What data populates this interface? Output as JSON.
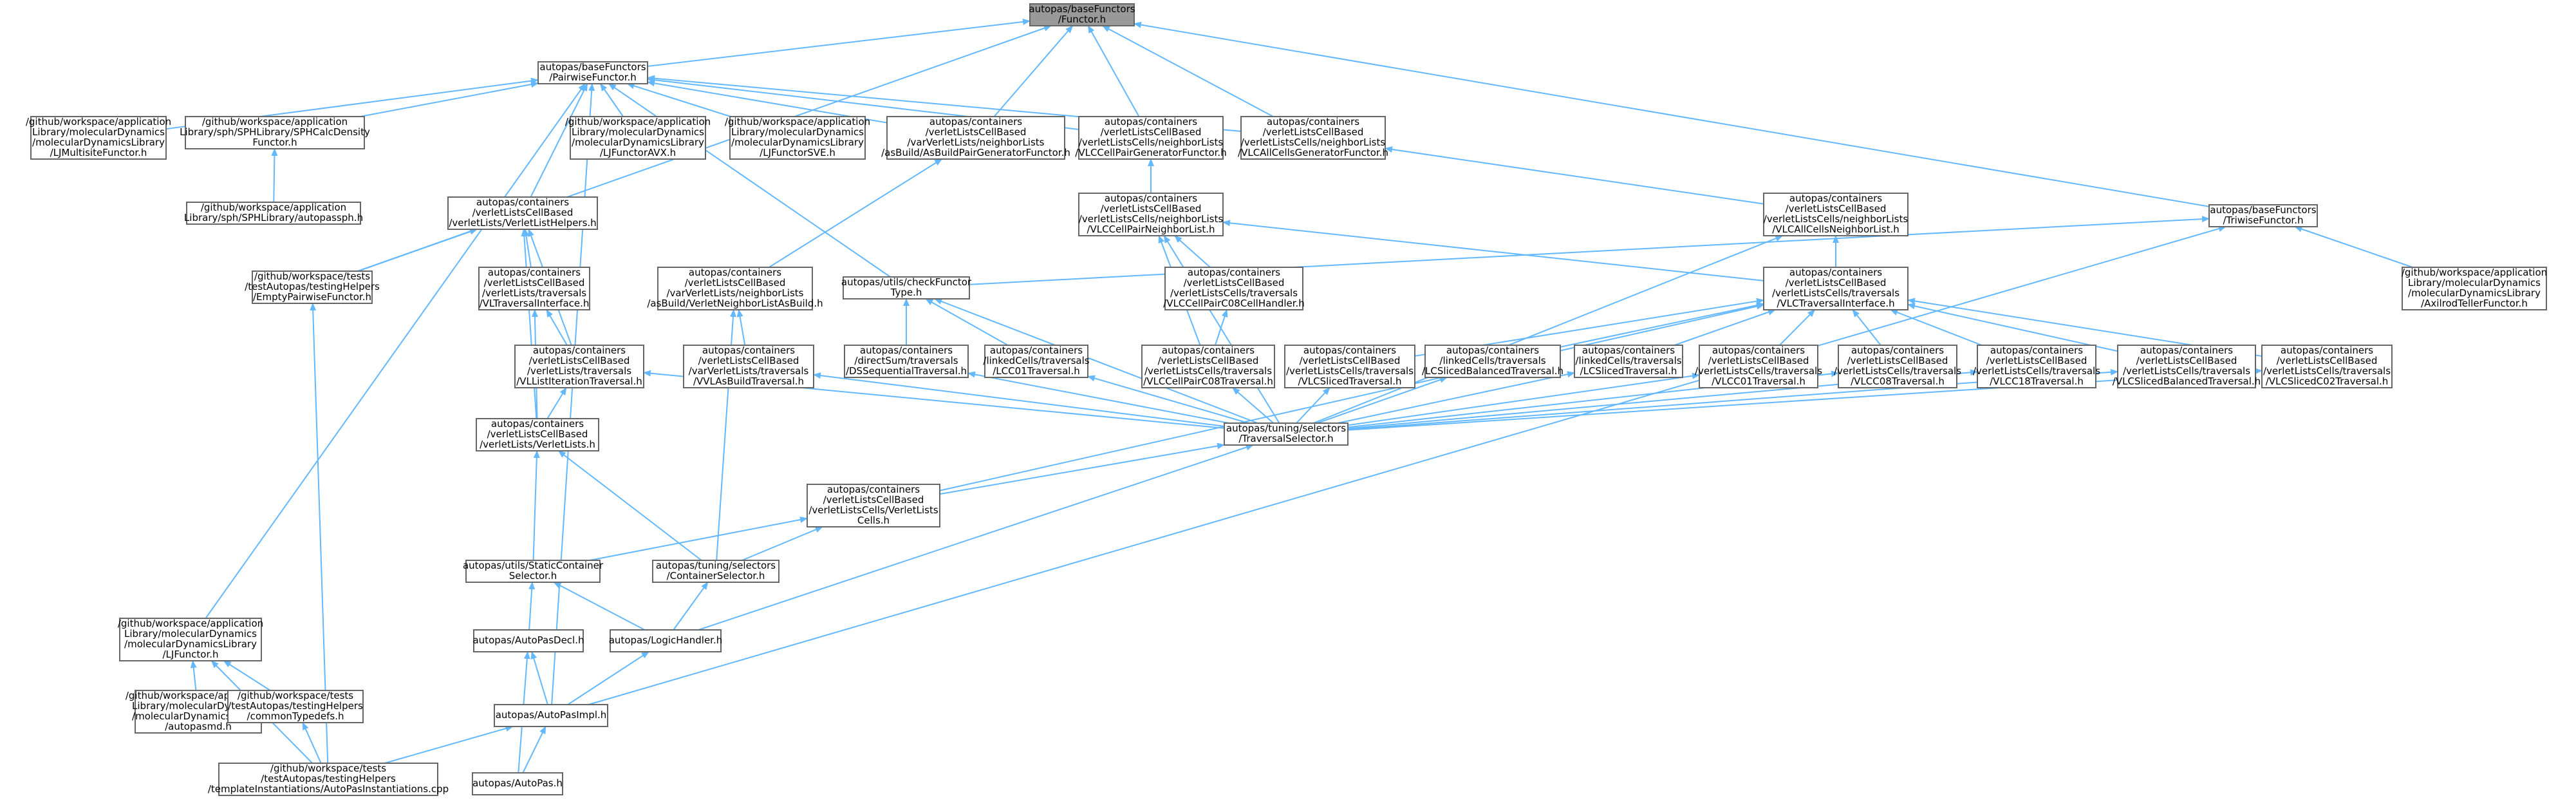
{
  "graph": {
    "type": "include-dependency-graph",
    "root": "n0",
    "nodes": [
      {
        "id": "n0",
        "lines": [
          "autopas/baseFunctors",
          "/Functor.h"
        ],
        "root": true
      },
      {
        "id": "n1",
        "lines": [
          "autopas/baseFunctors",
          "/PairwiseFunctor.h"
        ]
      },
      {
        "id": "n2",
        "lines": [
          "/github/workspace/application",
          "Library/molecularDynamics",
          "/molecularDynamicsLibrary",
          "/LJMultisiteFunctor.h"
        ]
      },
      {
        "id": "n3",
        "lines": [
          "/github/workspace/application",
          "Library/sph/SPHLibrary/SPHCalcDensity",
          "Functor.h"
        ]
      },
      {
        "id": "n4",
        "lines": [
          "/github/workspace/application",
          "Library/sph/SPHLibrary/autopassph.h"
        ]
      },
      {
        "id": "n5",
        "lines": [
          "/github/workspace/application",
          "Library/molecularDynamics",
          "/molecularDynamicsLibrary",
          "/LJFunctorAVX.h"
        ]
      },
      {
        "id": "n6",
        "lines": [
          "/github/workspace/application",
          "Library/molecularDynamics",
          "/molecularDynamicsLibrary",
          "/LJFunctorSVE.h"
        ]
      },
      {
        "id": "n7",
        "lines": [
          "autopas/containers",
          "/verletListsCellBased",
          "/varVerletLists/neighborLists",
          "/asBuild/AsBuildPairGeneratorFunctor.h"
        ]
      },
      {
        "id": "n8",
        "lines": [
          "autopas/containers",
          "/verletListsCellBased",
          "/verletListsCells/neighborLists",
          "/VLCCellPairGeneratorFunctor.h"
        ]
      },
      {
        "id": "n9",
        "lines": [
          "autopas/containers",
          "/verletListsCellBased",
          "/verletListsCells/neighborLists",
          "/VLCAllCellsGeneratorFunctor.h"
        ]
      },
      {
        "id": "n10",
        "lines": [
          "autopas/containers",
          "/verletListsCellBased",
          "/verletLists/VerletListHelpers.h"
        ]
      },
      {
        "id": "n11",
        "lines": [
          "autopas/containers",
          "/verletListsCellBased",
          "/verletListsCells/neighborLists",
          "/VLCCellPairNeighborList.h"
        ]
      },
      {
        "id": "n12",
        "lines": [
          "autopas/containers",
          "/verletListsCellBased",
          "/verletListsCells/neighborLists",
          "/VLCAllCellsNeighborList.h"
        ]
      },
      {
        "id": "n13",
        "lines": [
          "autopas/baseFunctors",
          "/TriwiseFunctor.h"
        ]
      },
      {
        "id": "n14",
        "lines": [
          "/github/workspace/tests",
          "/testAutopas/testingHelpers",
          "/EmptyPairwiseFunctor.h"
        ]
      },
      {
        "id": "n15",
        "lines": [
          "autopas/containers",
          "/verletListsCellBased",
          "/verletLists/traversals",
          "/VLTraversalInterface.h"
        ]
      },
      {
        "id": "n16",
        "lines": [
          "autopas/containers",
          "/verletListsCellBased",
          "/varVerletLists/neighborLists",
          "/asBuild/VerletNeighborListAsBuild.h"
        ]
      },
      {
        "id": "n17",
        "lines": [
          "autopas/utils/checkFunctor",
          "Type.h"
        ]
      },
      {
        "id": "n18",
        "lines": [
          "autopas/containers",
          "/verletListsCellBased",
          "/verletListsCells/traversals",
          "/VLCCellPairC08CellHandler.h"
        ]
      },
      {
        "id": "n19",
        "lines": [
          "autopas/containers",
          "/verletListsCellBased",
          "/verletListsCells/traversals",
          "/VLCTraversalInterface.h"
        ]
      },
      {
        "id": "n20",
        "lines": [
          "/github/workspace/application",
          "Library/molecularDynamics",
          "/molecularDynamicsLibrary",
          "/AxilrodTellerFunctor.h"
        ]
      },
      {
        "id": "n21",
        "lines": [
          "autopas/containers",
          "/verletListsCellBased",
          "/verletLists/traversals",
          "/VLListIterationTraversal.h"
        ]
      },
      {
        "id": "n22",
        "lines": [
          "autopas/containers",
          "/verletListsCellBased",
          "/varVerletLists/traversals",
          "/VVLAsBuildTraversal.h"
        ]
      },
      {
        "id": "n23",
        "lines": [
          "autopas/containers",
          "/directSum/traversals",
          "/DSSequentialTraversal.h"
        ]
      },
      {
        "id": "n24",
        "lines": [
          "autopas/containers",
          "/linkedCells/traversals",
          "/LCC01Traversal.h"
        ]
      },
      {
        "id": "n25",
        "lines": [
          "autopas/containers",
          "/verletListsCellBased",
          "/verletListsCells/traversals",
          "/VLCCellPairC08Traversal.h"
        ]
      },
      {
        "id": "n26",
        "lines": [
          "autopas/containers",
          "/verletListsCellBased",
          "/verletListsCells/traversals",
          "/VLCSlicedTraversal.h"
        ]
      },
      {
        "id": "n27",
        "lines": [
          "autopas/containers",
          "/linkedCells/traversals",
          "/LCSlicedBalancedTraversal.h"
        ]
      },
      {
        "id": "n28",
        "lines": [
          "autopas/containers",
          "/linkedCells/traversals",
          "/LCSlicedTraversal.h"
        ]
      },
      {
        "id": "n29",
        "lines": [
          "autopas/containers",
          "/verletListsCellBased",
          "/verletListsCells/traversals",
          "/VLCC01Traversal.h"
        ]
      },
      {
        "id": "n30",
        "lines": [
          "autopas/containers",
          "/verletListsCellBased",
          "/verletListsCells/traversals",
          "/VLCC08Traversal.h"
        ]
      },
      {
        "id": "n31",
        "lines": [
          "autopas/containers",
          "/verletListsCellBased",
          "/verletListsCells/traversals",
          "/VLCC18Traversal.h"
        ]
      },
      {
        "id": "n32",
        "lines": [
          "autopas/containers",
          "/verletListsCellBased",
          "/verletListsCells/traversals",
          "/VLCSlicedBalancedTraversal.h"
        ]
      },
      {
        "id": "n33",
        "lines": [
          "autopas/containers",
          "/verletListsCellBased",
          "/verletListsCells/traversals",
          "/VLCSlicedC02Traversal.h"
        ]
      },
      {
        "id": "n34",
        "lines": [
          "autopas/containers",
          "/verletListsCellBased",
          "/verletLists/VerletLists.h"
        ]
      },
      {
        "id": "n35",
        "lines": [
          "autopas/tuning/selectors",
          "/TraversalSelector.h"
        ]
      },
      {
        "id": "n36",
        "lines": [
          "autopas/containers",
          "/verletListsCellBased",
          "/verletListsCells/VerletLists",
          "Cells.h"
        ]
      },
      {
        "id": "n37",
        "lines": [
          "autopas/utils/StaticContainer",
          "Selector.h"
        ]
      },
      {
        "id": "n38",
        "lines": [
          "autopas/tuning/selectors",
          "/ContainerSelector.h"
        ]
      },
      {
        "id": "n39",
        "lines": [
          "autopas/AutoPasDecl.h"
        ]
      },
      {
        "id": "n40",
        "lines": [
          "autopas/LogicHandler.h"
        ]
      },
      {
        "id": "n41",
        "lines": [
          "/github/workspace/application",
          "Library/molecularDynamics",
          "/molecularDynamicsLibrary",
          "/LJFunctor.h"
        ]
      },
      {
        "id": "n42",
        "lines": [
          "/github/workspace/application",
          "Library/molecularDynamics",
          "/molecularDynamicsLibrary",
          "/autopasmd.h"
        ]
      },
      {
        "id": "n43",
        "lines": [
          "/github/workspace/tests",
          "/testAutopas/testingHelpers",
          "/commonTypedefs.h"
        ]
      },
      {
        "id": "n44",
        "lines": [
          "autopas/AutoPasImpl.h"
        ]
      },
      {
        "id": "n45",
        "lines": [
          "/github/workspace/tests",
          "/testAutopas/testingHelpers",
          "/templateInstantiations/AutoPasInstantiations.cpp"
        ]
      },
      {
        "id": "n46",
        "lines": [
          "autopas/AutoPas.h"
        ]
      }
    ],
    "edges": [
      [
        "n0",
        "n1"
      ],
      [
        "n0",
        "n7"
      ],
      [
        "n0",
        "n8"
      ],
      [
        "n0",
        "n9"
      ],
      [
        "n0",
        "n13"
      ],
      [
        "n0",
        "n14"
      ],
      [
        "n1",
        "n2"
      ],
      [
        "n1",
        "n3"
      ],
      [
        "n1",
        "n5"
      ],
      [
        "n1",
        "n6"
      ],
      [
        "n1",
        "n7"
      ],
      [
        "n1",
        "n8"
      ],
      [
        "n1",
        "n9"
      ],
      [
        "n1",
        "n10"
      ],
      [
        "n1",
        "n17"
      ],
      [
        "n1",
        "n41"
      ],
      [
        "n1",
        "n44"
      ],
      [
        "n3",
        "n4"
      ],
      [
        "n7",
        "n16"
      ],
      [
        "n8",
        "n11"
      ],
      [
        "n9",
        "n12"
      ],
      [
        "n10",
        "n14"
      ],
      [
        "n10",
        "n15"
      ],
      [
        "n10",
        "n21"
      ],
      [
        "n10",
        "n34"
      ],
      [
        "n11",
        "n18"
      ],
      [
        "n11",
        "n19"
      ],
      [
        "n11",
        "n25"
      ],
      [
        "n11",
        "n35"
      ],
      [
        "n12",
        "n19"
      ],
      [
        "n12",
        "n35"
      ],
      [
        "n13",
        "n17"
      ],
      [
        "n13",
        "n20"
      ],
      [
        "n13",
        "n44"
      ],
      [
        "n14",
        "n45"
      ],
      [
        "n15",
        "n21"
      ],
      [
        "n15",
        "n34"
      ],
      [
        "n16",
        "n22"
      ],
      [
        "n16",
        "n38"
      ],
      [
        "n17",
        "n23"
      ],
      [
        "n17",
        "n24"
      ],
      [
        "n17",
        "n35"
      ],
      [
        "n18",
        "n25"
      ],
      [
        "n19",
        "n26"
      ],
      [
        "n19",
        "n27"
      ],
      [
        "n19",
        "n28"
      ],
      [
        "n19",
        "n29"
      ],
      [
        "n19",
        "n30"
      ],
      [
        "n19",
        "n31"
      ],
      [
        "n19",
        "n32"
      ],
      [
        "n19",
        "n33"
      ],
      [
        "n19",
        "n36"
      ],
      [
        "n21",
        "n34"
      ],
      [
        "n21",
        "n35"
      ],
      [
        "n22",
        "n35"
      ],
      [
        "n23",
        "n35"
      ],
      [
        "n24",
        "n35"
      ],
      [
        "n25",
        "n35"
      ],
      [
        "n26",
        "n35"
      ],
      [
        "n27",
        "n35"
      ],
      [
        "n28",
        "n35"
      ],
      [
        "n29",
        "n35"
      ],
      [
        "n30",
        "n35"
      ],
      [
        "n31",
        "n35"
      ],
      [
        "n32",
        "n35"
      ],
      [
        "n33",
        "n35"
      ],
      [
        "n34",
        "n37"
      ],
      [
        "n34",
        "n38"
      ],
      [
        "n35",
        "n36"
      ],
      [
        "n35",
        "n40"
      ],
      [
        "n36",
        "n37"
      ],
      [
        "n36",
        "n38"
      ],
      [
        "n37",
        "n39"
      ],
      [
        "n37",
        "n40"
      ],
      [
        "n38",
        "n40"
      ],
      [
        "n39",
        "n44"
      ],
      [
        "n39",
        "n46"
      ],
      [
        "n40",
        "n44"
      ],
      [
        "n41",
        "n42"
      ],
      [
        "n41",
        "n43"
      ],
      [
        "n41",
        "n45"
      ],
      [
        "n43",
        "n45"
      ],
      [
        "n44",
        "n45"
      ],
      [
        "n44",
        "n46"
      ]
    ],
    "colors": {
      "root_fill": "#999999",
      "node_fill": "#ffffff",
      "node_border": "#666666",
      "edge": "#63b8ff",
      "background": "#ffffff"
    }
  }
}
